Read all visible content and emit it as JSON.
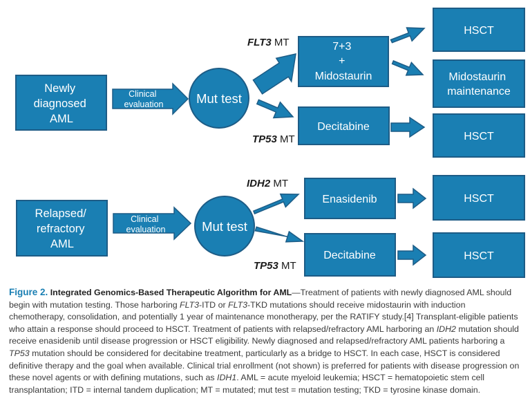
{
  "top_flow": {
    "start": [
      "Newly",
      "diagnosed",
      "AML"
    ],
    "arrow": [
      "Clinical",
      "evaluation"
    ],
    "test": "Mut test",
    "branch_a_gene": "FLT3",
    "branch_a_suffix": " MT",
    "branch_a_treatment": [
      "7+3",
      "+",
      "Midostaurin"
    ],
    "branch_a_out1": "HSCT",
    "branch_a_out2": [
      "Midostaurin",
      "maintenance"
    ],
    "branch_b_gene": "TP53",
    "branch_b_suffix": " MT",
    "branch_b_treatment": "Decitabine",
    "branch_b_out": "HSCT"
  },
  "bottom_flow": {
    "start": [
      "Relapsed/",
      "refractory",
      "AML"
    ],
    "arrow": [
      "Clinical",
      "evaluation"
    ],
    "test": "Mut test",
    "branch_a_gene": "IDH2",
    "branch_a_suffix": " MT",
    "branch_a_treatment": "Enasidenib",
    "branch_a_out": "HSCT",
    "branch_b_gene": "TP53",
    "branch_b_suffix": " MT",
    "branch_b_treatment": "Decitabine",
    "branch_b_out": "HSCT"
  },
  "colors": {
    "fill": "#1a7fb3",
    "stroke": "#1d5c86",
    "label": "#1a7fb3"
  },
  "caption": {
    "label": "Figure 2.",
    "title": "Integrated Genomics-Based Therapeutic Algorithm for AML",
    "p1": "—Treatment of patients with newly diagnosed AML should begin with mutation testing. Those harboring ",
    "g1": "FLT3",
    "p2": "-ITD or ",
    "g2": "FLT3",
    "p3": "-TKD mutations should receive midostaurin with induction chemotherapy, consolidation, and potentially 1 year of maintenance monotherapy, per the RATIFY study.[4] Transplant-eligible patients who attain a response should proceed to HSCT. Treatment of patients with relapsed/refractory AML harboring an ",
    "g3": "IDH2",
    "p4": " mutation should receive enasidenib until disease progression or HSCT eligibility. Newly diagnosed and relapsed/refractory AML patients harboring a ",
    "g4": "TP53",
    "p5": " mutation should be considered for decitabine treatment, particularly as a bridge to HSCT. In each case, HSCT is considered definitive therapy and the goal when available. Clinical trial enrollment (not shown) is preferred for patients with disease progression on these novel agents or with defining mutations, such as ",
    "g5": "IDH1",
    "p6": ". AML = acute myeloid leukemia; HSCT = hematopoietic stem cell transplantation; ITD = internal tandem duplication; MT = mutated; mut test = mutation testing; TKD = tyrosine kinase domain."
  }
}
